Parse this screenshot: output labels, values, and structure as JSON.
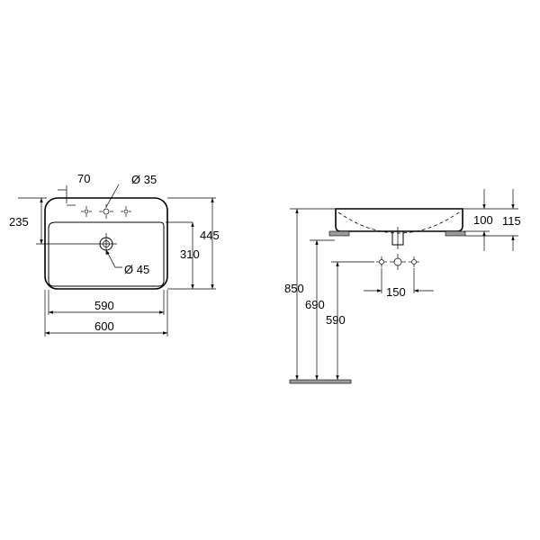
{
  "plan_view": {
    "overall_width": "600",
    "bowl_width": "590",
    "overall_depth": "445",
    "bowl_depth": "310",
    "back_to_bowl": "235",
    "tap_hole_offset": "70",
    "tap_hole_diameter": "Ø 35",
    "waste_diameter": "Ø 45"
  },
  "side_view": {
    "height_total": "850",
    "height_supply": "690",
    "height_waste": "590",
    "basin_height_inner": "100",
    "basin_height_outer": "115",
    "supply_spacing": "150"
  }
}
